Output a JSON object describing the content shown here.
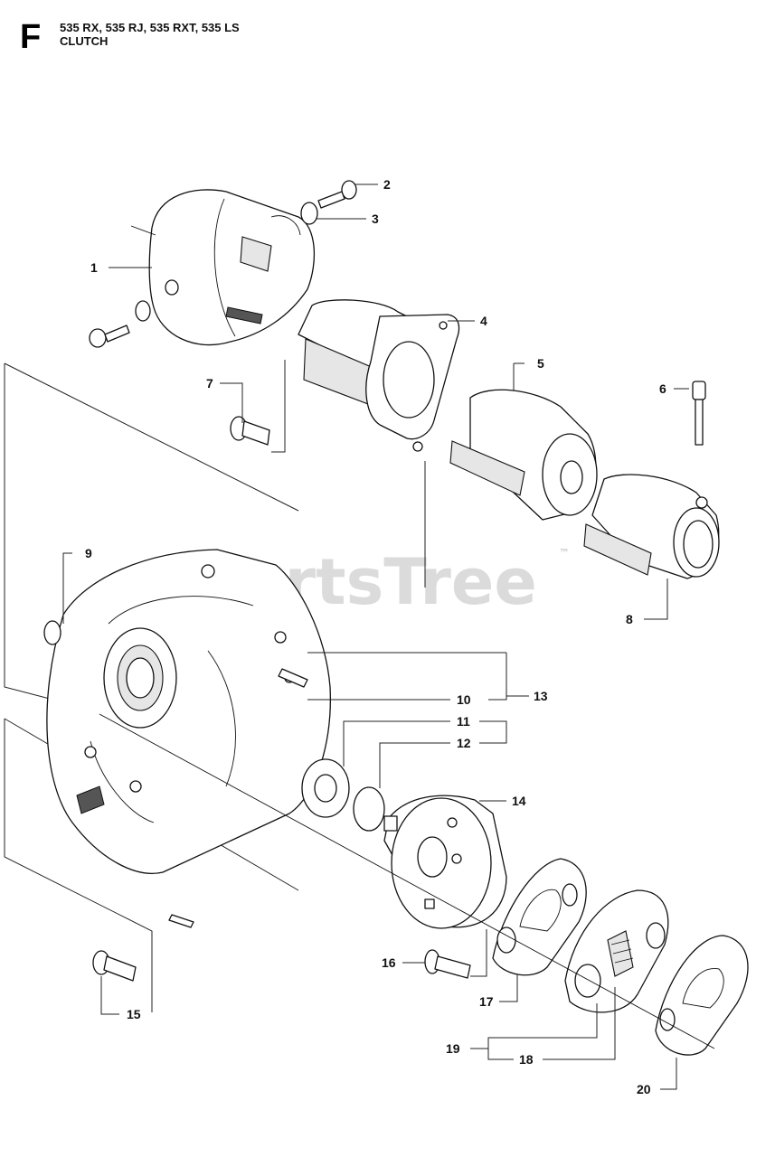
{
  "header": {
    "letter": "F",
    "models": "535 RX, 535 RJ, 535 RXT, 535 LS",
    "section": "CLUTCH"
  },
  "watermark": {
    "text": "PartsTree",
    "tm": "™"
  },
  "callouts": {
    "c1": "1",
    "c2": "2",
    "c3": "3",
    "c4": "4",
    "c5": "5",
    "c6": "6",
    "c7": "7",
    "c8": "8",
    "c9": "9",
    "c10": "10",
    "c11": "11",
    "c12": "12",
    "c13": "13",
    "c14": "14",
    "c15": "15",
    "c16": "16",
    "c17": "17",
    "c18": "18",
    "c19": "19",
    "c20": "20"
  }
}
